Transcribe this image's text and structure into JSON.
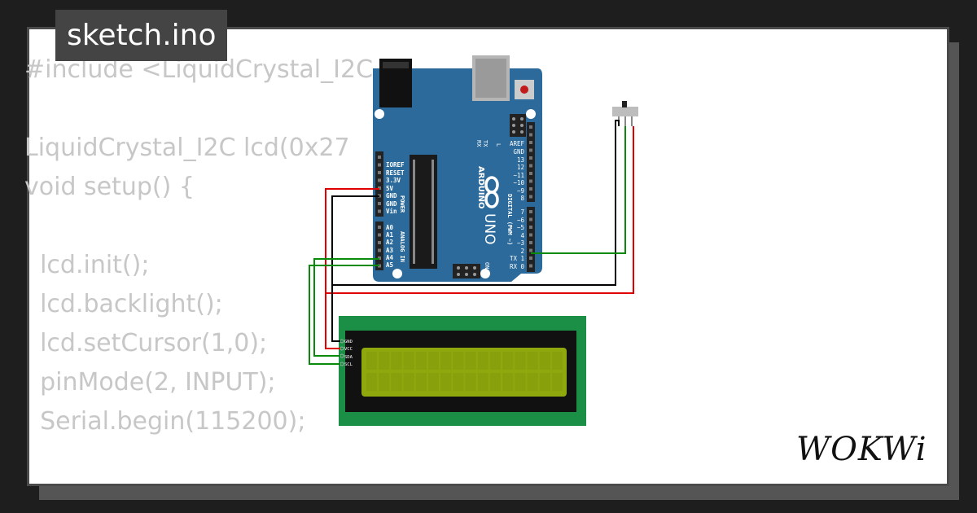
{
  "tab": {
    "filename": "sketch.ino"
  },
  "code_lines": [
    "#include <LiquidCrystal_I2C",
    "",
    "LiquidCrystal_I2C lcd(0x27",
    "void setup() {",
    "",
    "  lcd.init();",
    "  lcd.backlight();",
    "  lcd.setCursor(1,0);",
    "  pinMode(2, INPUT);",
    "  Serial.begin(115200);"
  ],
  "arduino": {
    "brand": "ARDUINO",
    "model": "UNO",
    "power_label": "POWER",
    "analog_label": "ANALOG IN",
    "digital_label": "DIGITAL (PWM ~)",
    "on_label": "ON",
    "l_label": "L",
    "tx_label": "TX",
    "rx_label": "RX",
    "power_pins": [
      "IOREF",
      "RESET",
      "3.3V",
      "5V",
      "GND",
      "GND",
      "Vin"
    ],
    "analog_pins": [
      "A0",
      "A1",
      "A2",
      "A3",
      "A4",
      "A5"
    ],
    "digital_pins_top": [
      "AREF",
      "GND",
      "13",
      "12",
      "~11",
      "~10",
      "~9",
      "8"
    ],
    "digital_pins_bottom": [
      "7",
      "~6",
      "~5",
      "4",
      "~3",
      "2",
      "TX 1",
      "RX 0"
    ]
  },
  "lcd": {
    "pins": [
      "GND",
      "VCC",
      "SDA",
      "SCL"
    ]
  },
  "logo": {
    "text": "WOKWi"
  },
  "colors": {
    "board": "#2b6a9a",
    "lcd_pcb": "#1a8f45",
    "lcd_screen": "#8fa80e",
    "wire_red": "#e00000",
    "wire_green": "#0a8a0a",
    "wire_black": "#000000"
  }
}
